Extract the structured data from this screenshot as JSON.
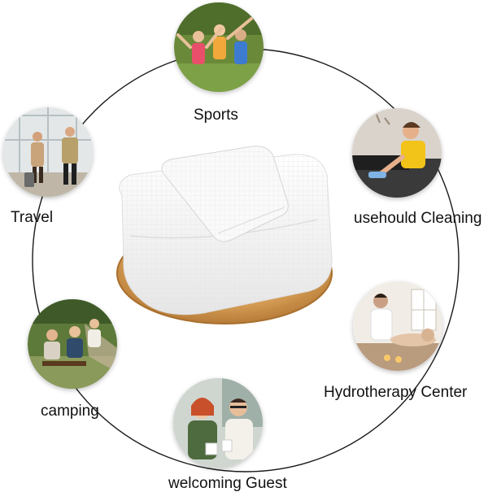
{
  "activities": [
    {
      "id": "sports",
      "label": "Sports"
    },
    {
      "id": "cleaning",
      "label": "usehould Cleaning"
    },
    {
      "id": "hydrotherapy",
      "label": "Hydrotherapy Center"
    },
    {
      "id": "welcoming",
      "label": "welcoming Guest"
    },
    {
      "id": "camping",
      "label": "camping"
    },
    {
      "id": "travel",
      "label": "Travel"
    }
  ],
  "colors": {
    "ring": "#1a1a1a",
    "towel": "#f7f7f7",
    "tray": "#d9a862"
  }
}
